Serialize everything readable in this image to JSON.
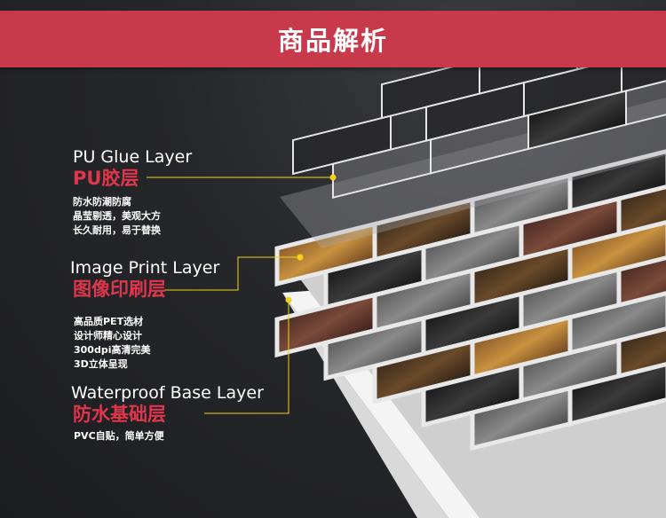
{
  "header": {
    "title": "商品解析"
  },
  "layers": [
    {
      "en": "PU Glue Layer",
      "cn": "PU胶层",
      "lines": [
        "防水防潮防腐",
        "晶莹剔透，美观大方",
        "长久耐用，易于替换"
      ]
    },
    {
      "en": "Image Print Layer",
      "cn": "图像印刷层",
      "lines": [
        "高品质PET选材",
        "设计师精心设计",
        "300dpi高清完美",
        "3D立体呈现"
      ]
    },
    {
      "en": "Waterproof Base Layer",
      "cn": "防水基础层",
      "lines": [
        "PVC自贴，简单方便"
      ]
    }
  ],
  "colors": {
    "header_bg": "#c83a4b",
    "accent_red": "#e0364b",
    "callout_yellow": "#f2d21b",
    "background": "#222326"
  }
}
